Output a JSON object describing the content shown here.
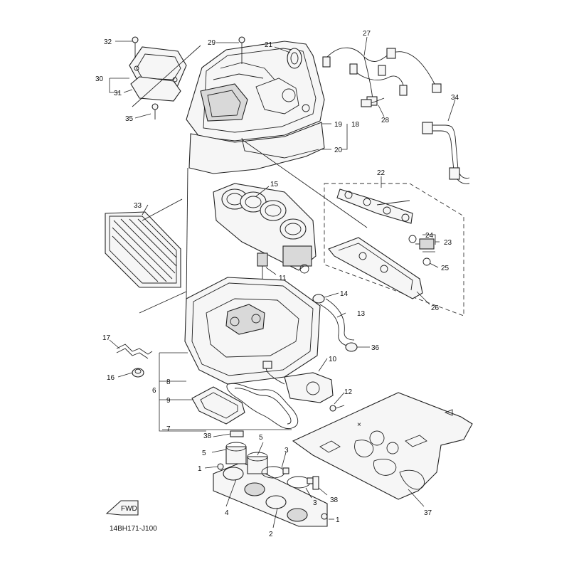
{
  "diagram": {
    "labels": {
      "l1a": "1",
      "l1b": "1",
      "l2": "2",
      "l3a": "3",
      "l3b": "3",
      "l4": "4",
      "l5a": "5",
      "l5b": "5",
      "l6": "6",
      "l7": "7",
      "l8": "8",
      "l9": "9",
      "l10": "10",
      "l11": "11",
      "l12": "12",
      "l13": "13",
      "l14": "14",
      "l15": "15",
      "l16": "16",
      "l17": "17",
      "l18": "18",
      "l19": "19",
      "l20": "20",
      "l21": "21",
      "l22": "22",
      "l23": "23",
      "l24": "24",
      "l25": "25",
      "l26": "26",
      "l27": "27",
      "l28": "28",
      "l29": "29",
      "l30": "30",
      "l31": "31",
      "l32": "32",
      "l33": "33",
      "l34": "34",
      "l35": "35",
      "l36": "36",
      "l37": "37",
      "l38a": "38",
      "l38b": "38"
    },
    "fwd_label": "FWD",
    "drawing_code": "14BH171-J100"
  }
}
